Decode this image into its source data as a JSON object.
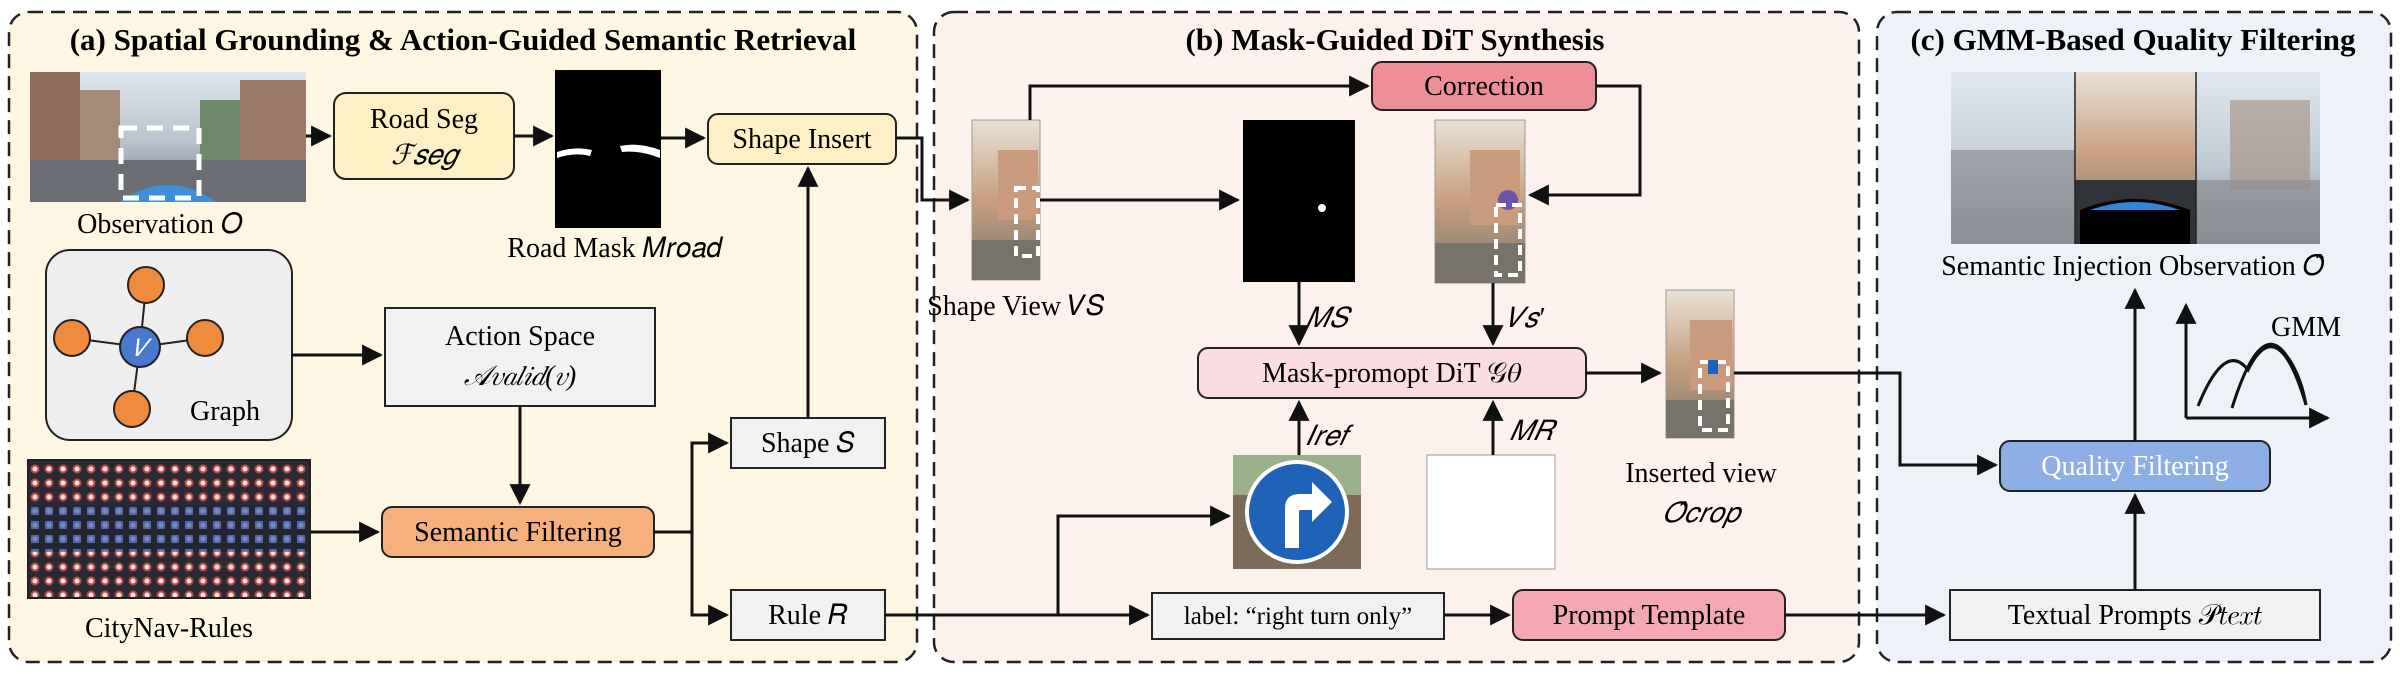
{
  "sections": {
    "a": {
      "title": "(a) Spatial Grounding & Action-Guided Semantic Retrieval"
    },
    "b": {
      "title": "(b) Mask-Guided DiT Synthesis"
    },
    "c": {
      "title": "(c) GMM-Based Quality Filtering"
    }
  },
  "panel_a": {
    "observation_label": "Observation 𝑂",
    "road_seg": {
      "line1": "Road Seg",
      "line2": "ℱ𝑠𝑒𝑔"
    },
    "road_mask_label": "Road Mask 𝑀𝑟𝑜𝑎𝑑",
    "shape_insert": "Shape Insert",
    "graph": {
      "node": "𝑉",
      "label": "Graph"
    },
    "action_space": {
      "line1": "Action Space",
      "line2": "𝒜𝑣𝑎𝑙𝑖𝑑(𝑣)"
    },
    "semantic_filtering": "Semantic Filtering",
    "shape": "Shape 𝑆",
    "rule": "Rule 𝑅",
    "citynav_label": "CityNav-Rules"
  },
  "panel_b": {
    "correction": "Correction",
    "shape_view_label": "Shape View 𝑉𝑆",
    "ms_label": "𝑀𝑆",
    "vs_label": "𝑉𝑠′",
    "dit": "Mask-promopt DiT 𝒢𝜃",
    "iref_label": "𝐼𝑟𝑒𝑓",
    "mr_label": "𝑀𝑅",
    "inserted_view": {
      "line1": "Inserted view",
      "line2": "𝑂̂𝑐𝑟𝑜𝑝"
    },
    "label_box": "label: “right turn only”",
    "prompt_template": "Prompt Template"
  },
  "panel_c": {
    "semantic_injection_label": "Semantic Injection Observation 𝑂̂",
    "gmm_label": "GMM",
    "quality_filtering": "Quality Filtering",
    "textual_prompts": "Textual Prompts 𝒫𝑡𝑒𝑥𝑡"
  },
  "colors": {
    "panel_a_bg": "#fdf6e3",
    "panel_b_bg": "#fdf1ee",
    "panel_c_bg": "#edf1f8",
    "road_seg_fill": "#fdf0c4",
    "shape_insert_fill": "#fdf0c4",
    "semantic_filtering_fill": "#f5b07e",
    "correction_fill": "#ee8f97",
    "dit_fill": "#fbdde1",
    "prompt_template_fill": "#f3a8b4",
    "quality_filtering_fill": "#8eaee6",
    "graph_node_fill": "#f08a3c",
    "graph_center_fill": "#4a78d0",
    "grey_box_fill": "#f1f1f1"
  }
}
